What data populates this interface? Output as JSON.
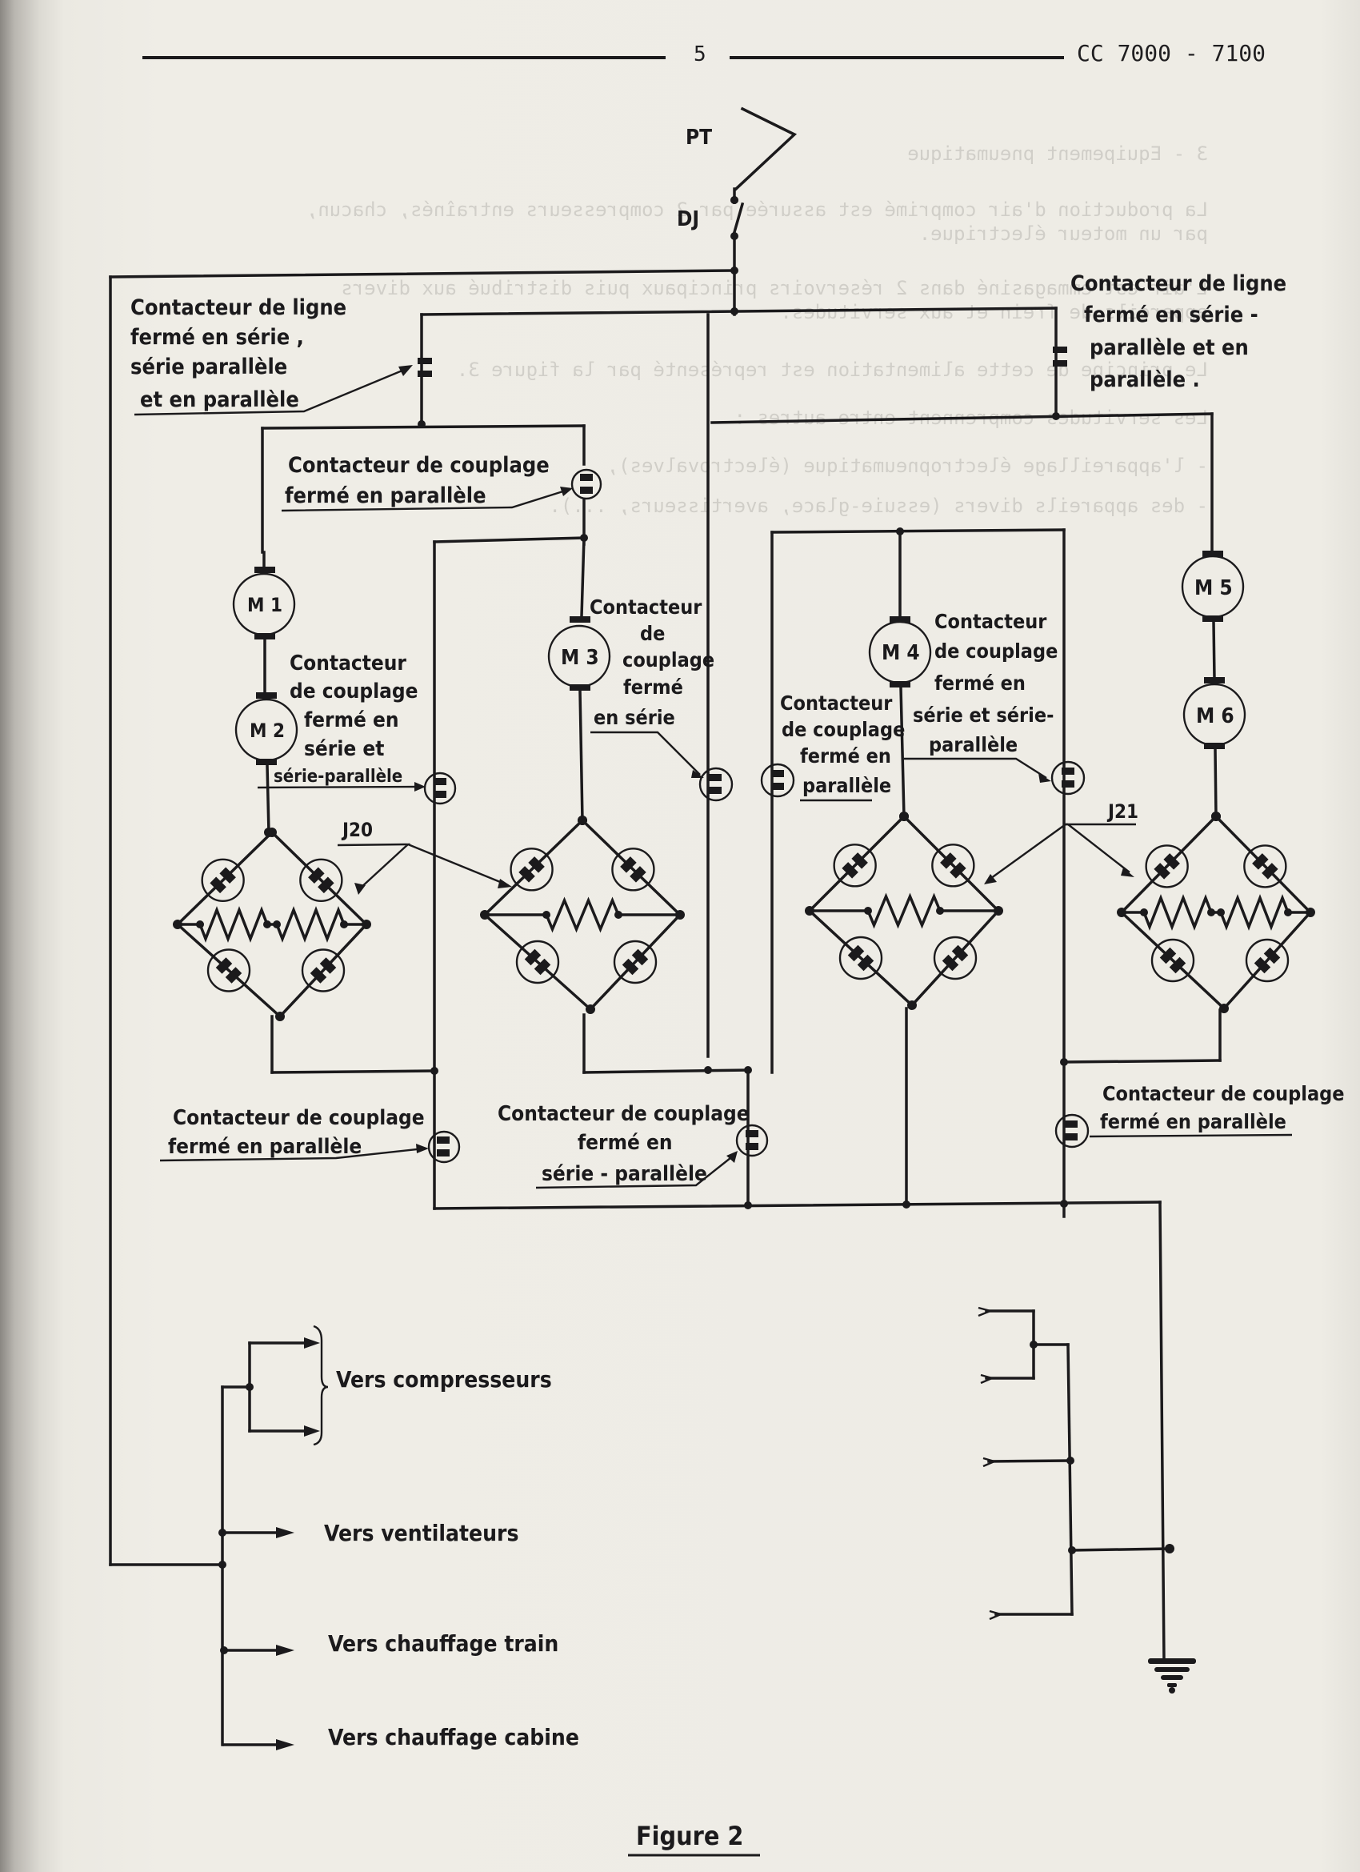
{
  "header": {
    "page_number": "5",
    "document_code": "CC 7000 - 7100"
  },
  "switches": {
    "pantograph": "PT",
    "circuit_breaker": "DJ"
  },
  "motors": [
    "M 1",
    "M 2",
    "M 3",
    "M 4",
    "M 5",
    "M 6"
  ],
  "bridge_labels": {
    "left": "J20",
    "right": "J21"
  },
  "annotations": {
    "line_contactor_left": [
      "Contacteur de ligne",
      "fermé  en série ,",
      "série  parallèle",
      "et en parallèle"
    ],
    "line_contactor_right": [
      "Contacteur de ligne",
      "fermé  en série -",
      "parallèle  et en",
      "parallèle ."
    ],
    "coupling_parallel_top": [
      "Contacteur  de couplage",
      "fermé en parallèle"
    ],
    "coupling_m2": [
      "Contacteur",
      "de couplage",
      "fermé en",
      "série et",
      "série-parallèle"
    ],
    "coupling_m3": [
      "Contacteur",
      "de",
      "couplage",
      "fermé",
      "en série"
    ],
    "coupling_m4_left": [
      "Contacteur",
      "de couplage",
      "fermé en",
      "parallèle"
    ],
    "coupling_m4_right": [
      "Contacteur",
      "de couplage",
      "fermé en",
      "série et série-",
      "parallèle"
    ],
    "coupling_bottom_left": [
      "Contacteur de couplage",
      "fermé  en parallèle"
    ],
    "coupling_bottom_mid": [
      "Contacteur de couplage",
      "fermé  en",
      "série - parallèle"
    ],
    "coupling_bottom_right": [
      "Contacteur de couplage",
      "fermé  en  parallèle"
    ]
  },
  "outputs": {
    "compressors": "Vers  compresseurs",
    "fans": "Vers  ventilateurs",
    "train_heating": "Vers  chauffage  train",
    "cab_heating": "Vers  chauffage  cabine"
  },
  "figure_caption": "Figure  2",
  "bleed_through": [
    "3 - Equipement pneumatique",
    "La production d'air comprimé est assurée par 2 compresseurs entraînés, chacun,",
    "par un moteur électrique.",
    "L'air est emmagasiné dans 2 réservoirs principaux puis distribué aux divers",
    "appareils de frein et aux servitudes.",
    "Le principe de cette alimentation est représenté par la figure 3.",
    "Les servitudes comprennent entre autres :",
    "- l'appareillage électropneumatique (électrovalves),",
    "- des appareils divers (essuie-glace, avertisseurs, ...)."
  ]
}
